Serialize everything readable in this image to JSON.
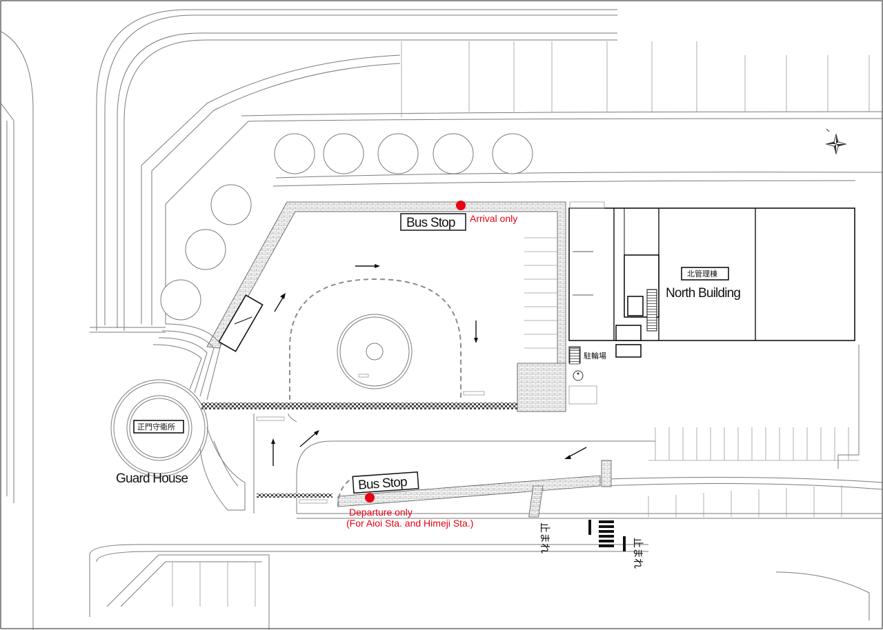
{
  "labels": {
    "bus_stop_north": "Bus Stop",
    "arrival_only": "Arrival only",
    "bus_stop_south": "Bus Stop",
    "departure_only": "Departure only",
    "departure_note": "(For Aioi Sta. and Himeji Sta.)",
    "north_building_en": "North Building",
    "north_building_ja": "北管理棟",
    "guard_house_en": "Guard House",
    "guard_house_ja": "正門守衛所",
    "bicycle_parking": "駐輪場",
    "stop_mark_1": "止まれ",
    "stop_mark_2": "止まれ"
  },
  "icons": {
    "north_arrow": "compass-rose-icon",
    "bus_stop_marker": "red-dot-icon",
    "accessible": "wheelchair-icon"
  },
  "colors": {
    "accent": "#e60012",
    "lines": "#7a7a7a",
    "text": "#111111"
  }
}
